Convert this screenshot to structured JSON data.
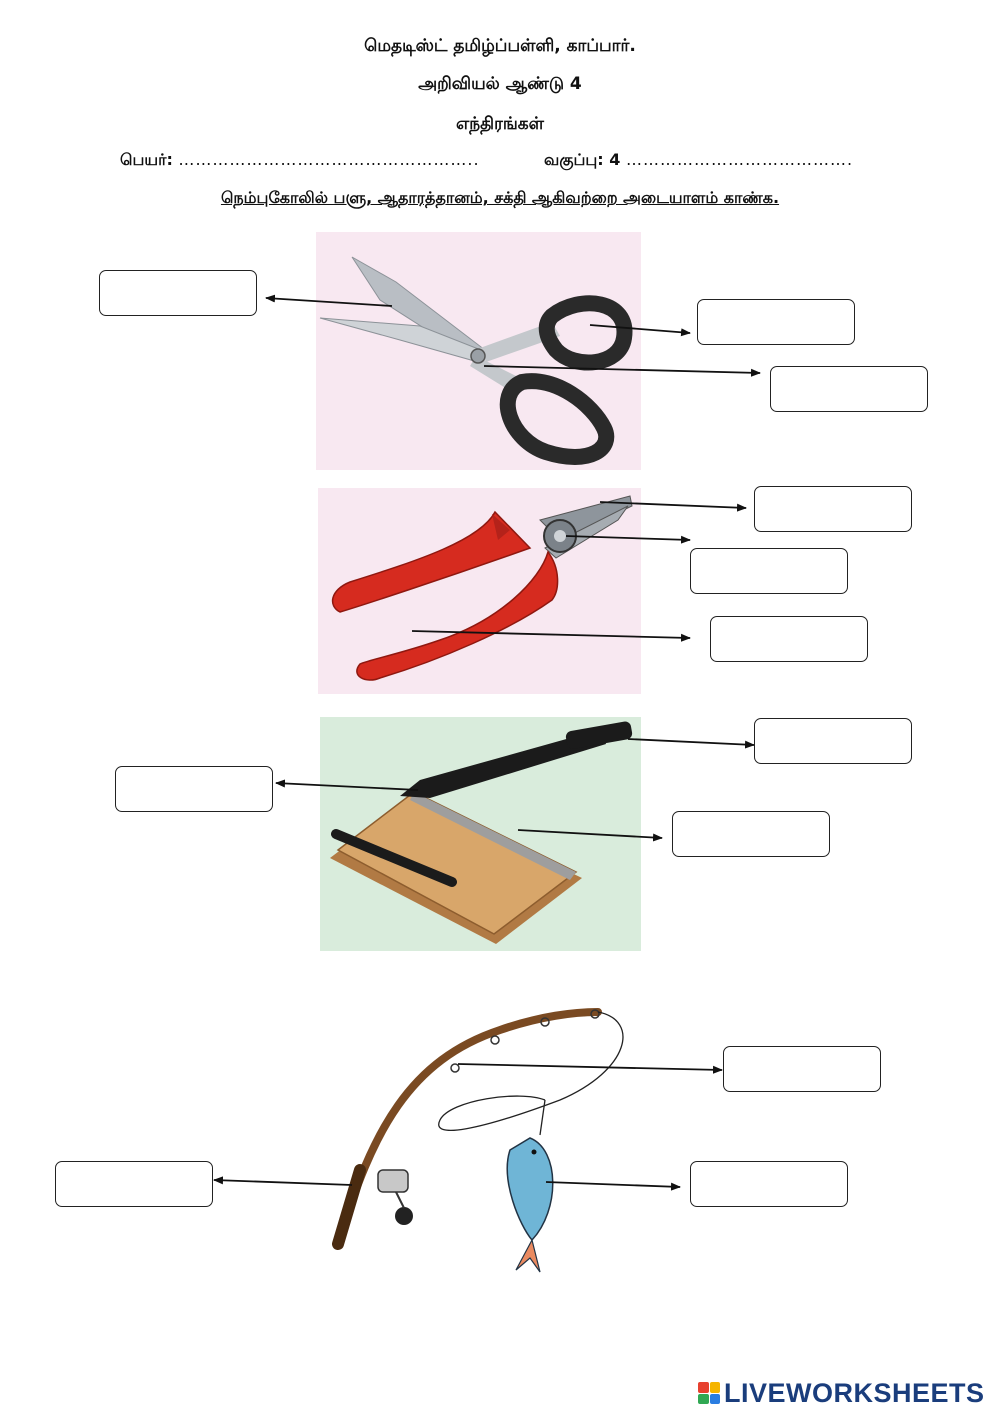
{
  "header": {
    "school": "மெதடிஸ்ட் தமிழ்ப்பள்ளி, காப்பார்.",
    "subject": "அறிவியல் ஆண்டு 4",
    "topic": "எந்திரங்கள்",
    "name_label": "பெயர்:",
    "name_dots": "……………………………………………..",
    "class_label": "வகுப்பு: 4",
    "class_dots": "………………………………….",
    "instruction": "நெம்புகோலில் பளு, ஆதாரத்தானம், சக்தி ஆகிவற்றை அடையாளம் காண்க."
  },
  "images": {
    "scissors": "scissors-illustration",
    "pliers": "pliers-illustration",
    "paper_cutter": "paper-cutter-illustration",
    "fishing_rod": "fishing-rod-illustration"
  },
  "colors": {
    "pink_bg": "#f8e8f1",
    "green_bg": "#d9ecdc",
    "plier_red": "#d62b1f",
    "wood": "#d8a66a",
    "fish": "#6fb5d6"
  },
  "brand": {
    "logo_text": "LIVEWORKSHEETS"
  }
}
